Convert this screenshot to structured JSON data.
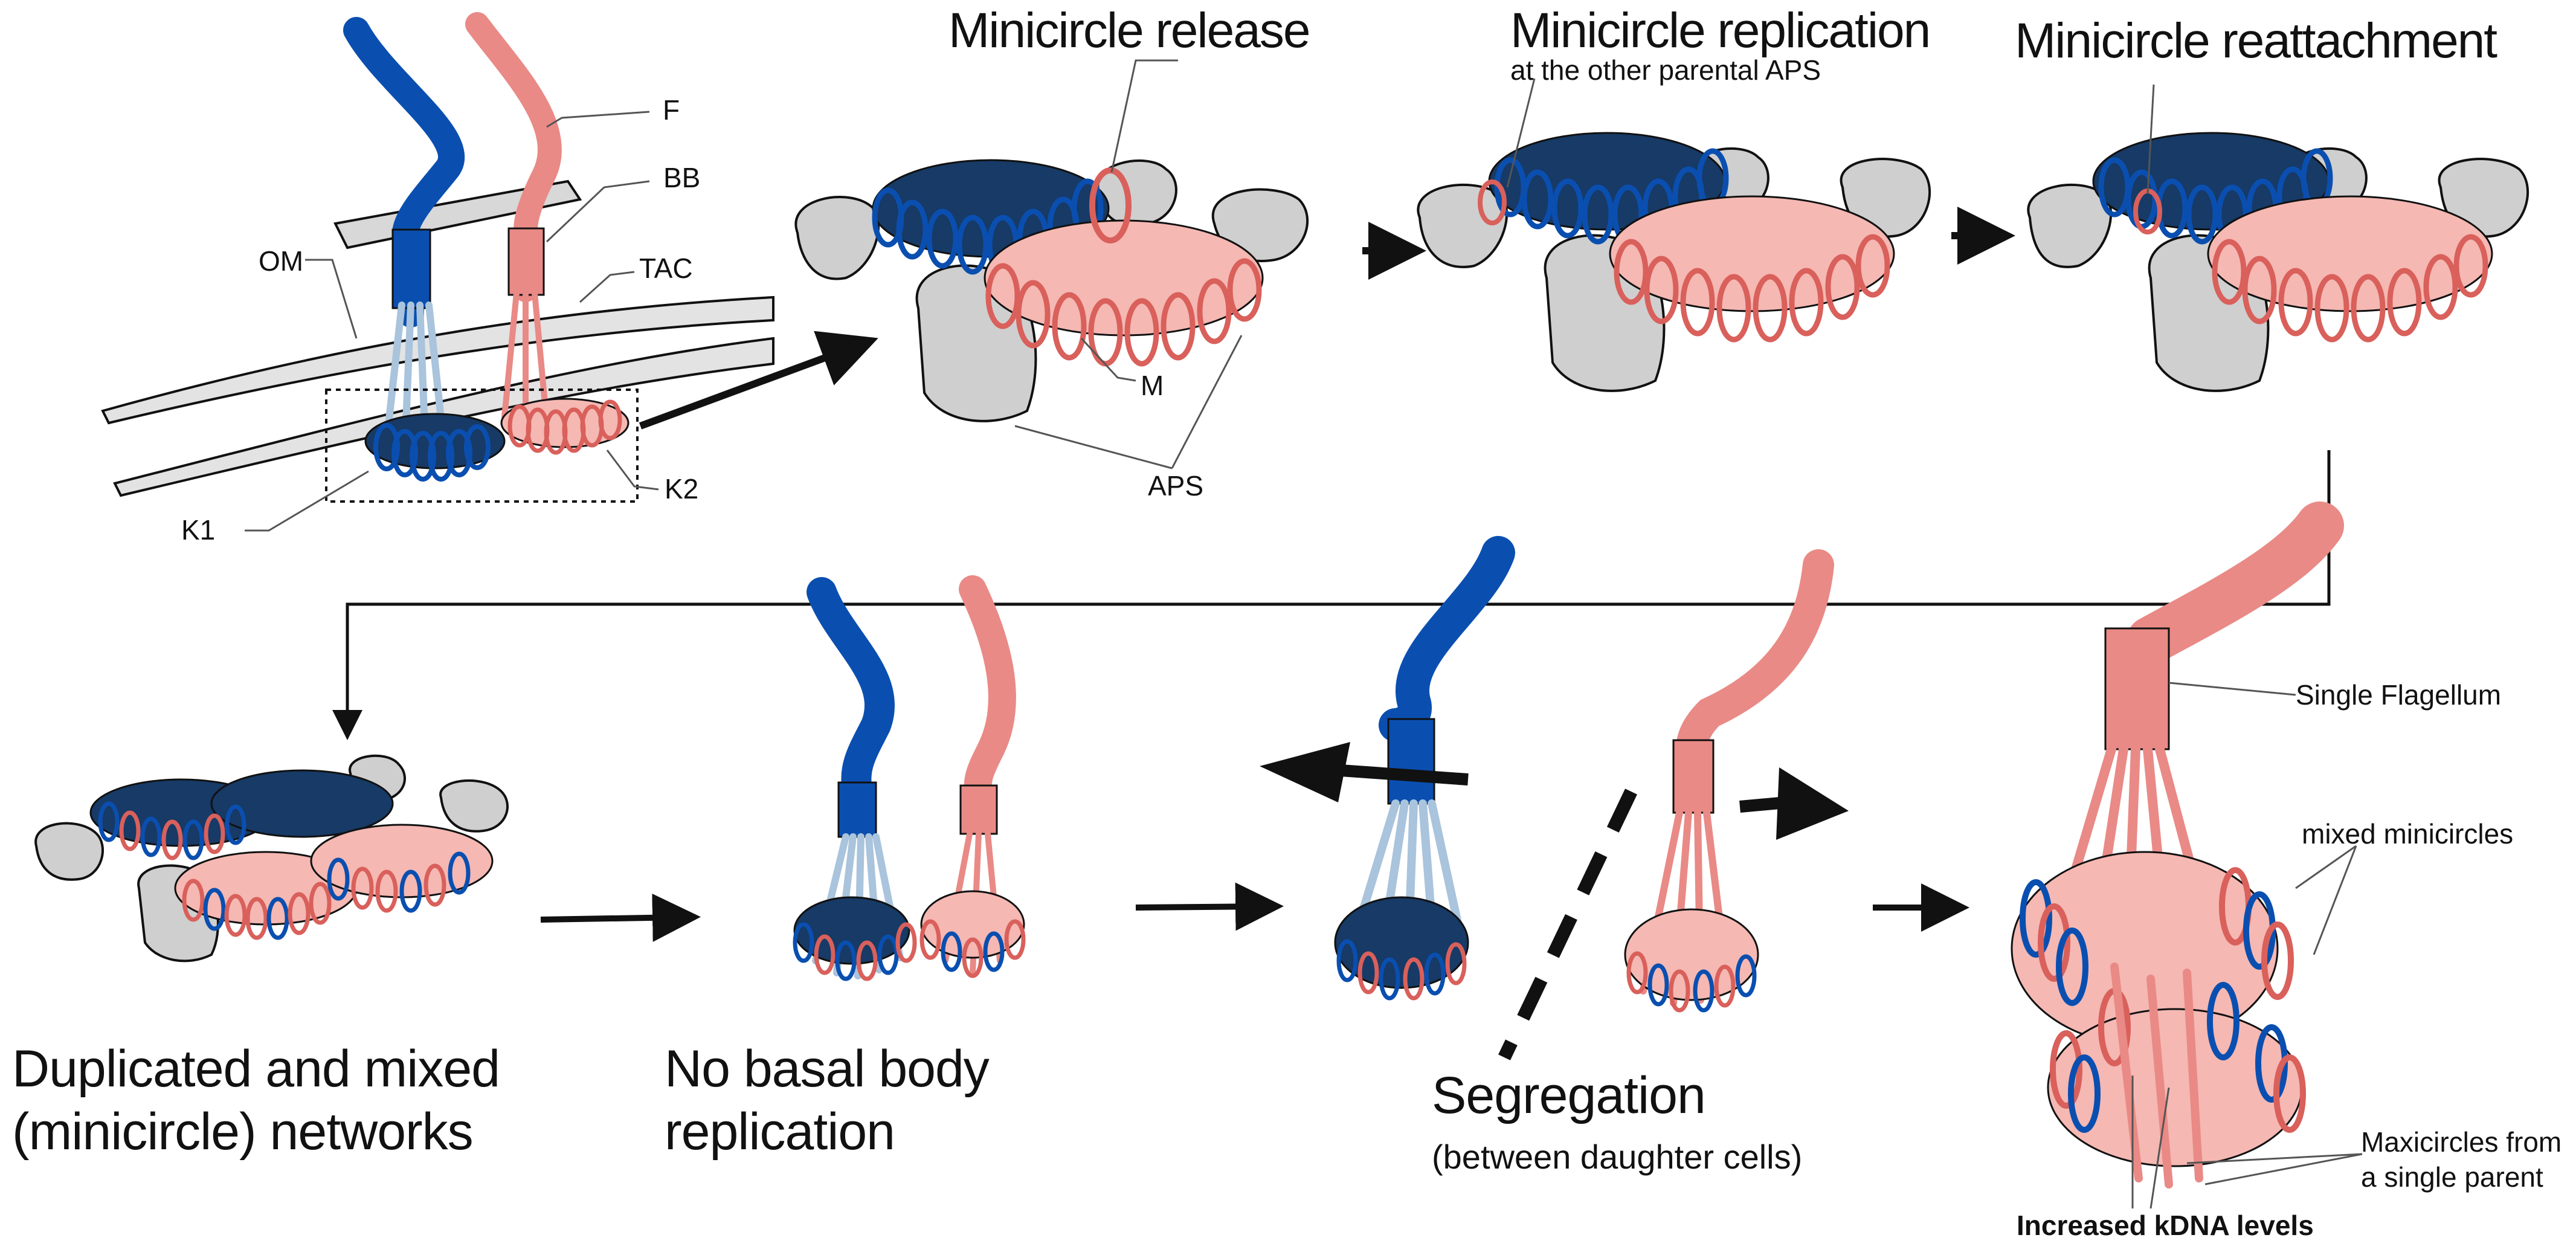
{
  "panel1": {
    "labels": {
      "f": "F",
      "bb": "BB",
      "om": "OM",
      "tac": "TAC",
      "k1": "K1",
      "k2": "K2"
    }
  },
  "panel2": {
    "title": "Minicircle release",
    "labels": {
      "m": "M",
      "aps": "APS"
    }
  },
  "panel3": {
    "title": "Minicircle replication",
    "subtitle": "at the other parental APS"
  },
  "panel4": {
    "title": "Minicircle reattachment"
  },
  "panel5": {
    "caption_line1": "Duplicated and mixed",
    "caption_line2": "(minicircle) networks"
  },
  "panel6": {
    "caption_line1": "No basal body",
    "caption_line2": "replication"
  },
  "panel7": {
    "caption": "Segregation",
    "subcaption": "(between daughter cells)"
  },
  "panel8": {
    "single_flagellum": "Single Flagellum",
    "mixed_minicircles": "mixed minicircles",
    "maxicircles_line1": "Maxicircles from",
    "maxicircles_line2": "a single parent",
    "increased_kdna": "Increased kDNA levels"
  },
  "colors": {
    "blue": "#0a4fb0",
    "blue_dark": "#173a66",
    "light_blue": "#a9c4dc",
    "pink": "#e98a86",
    "pink_light": "#f5b8b3",
    "pink_dark": "#b5504d",
    "grey": "#bdbdbd",
    "grey_light": "#ececec",
    "outline": "#111111"
  }
}
